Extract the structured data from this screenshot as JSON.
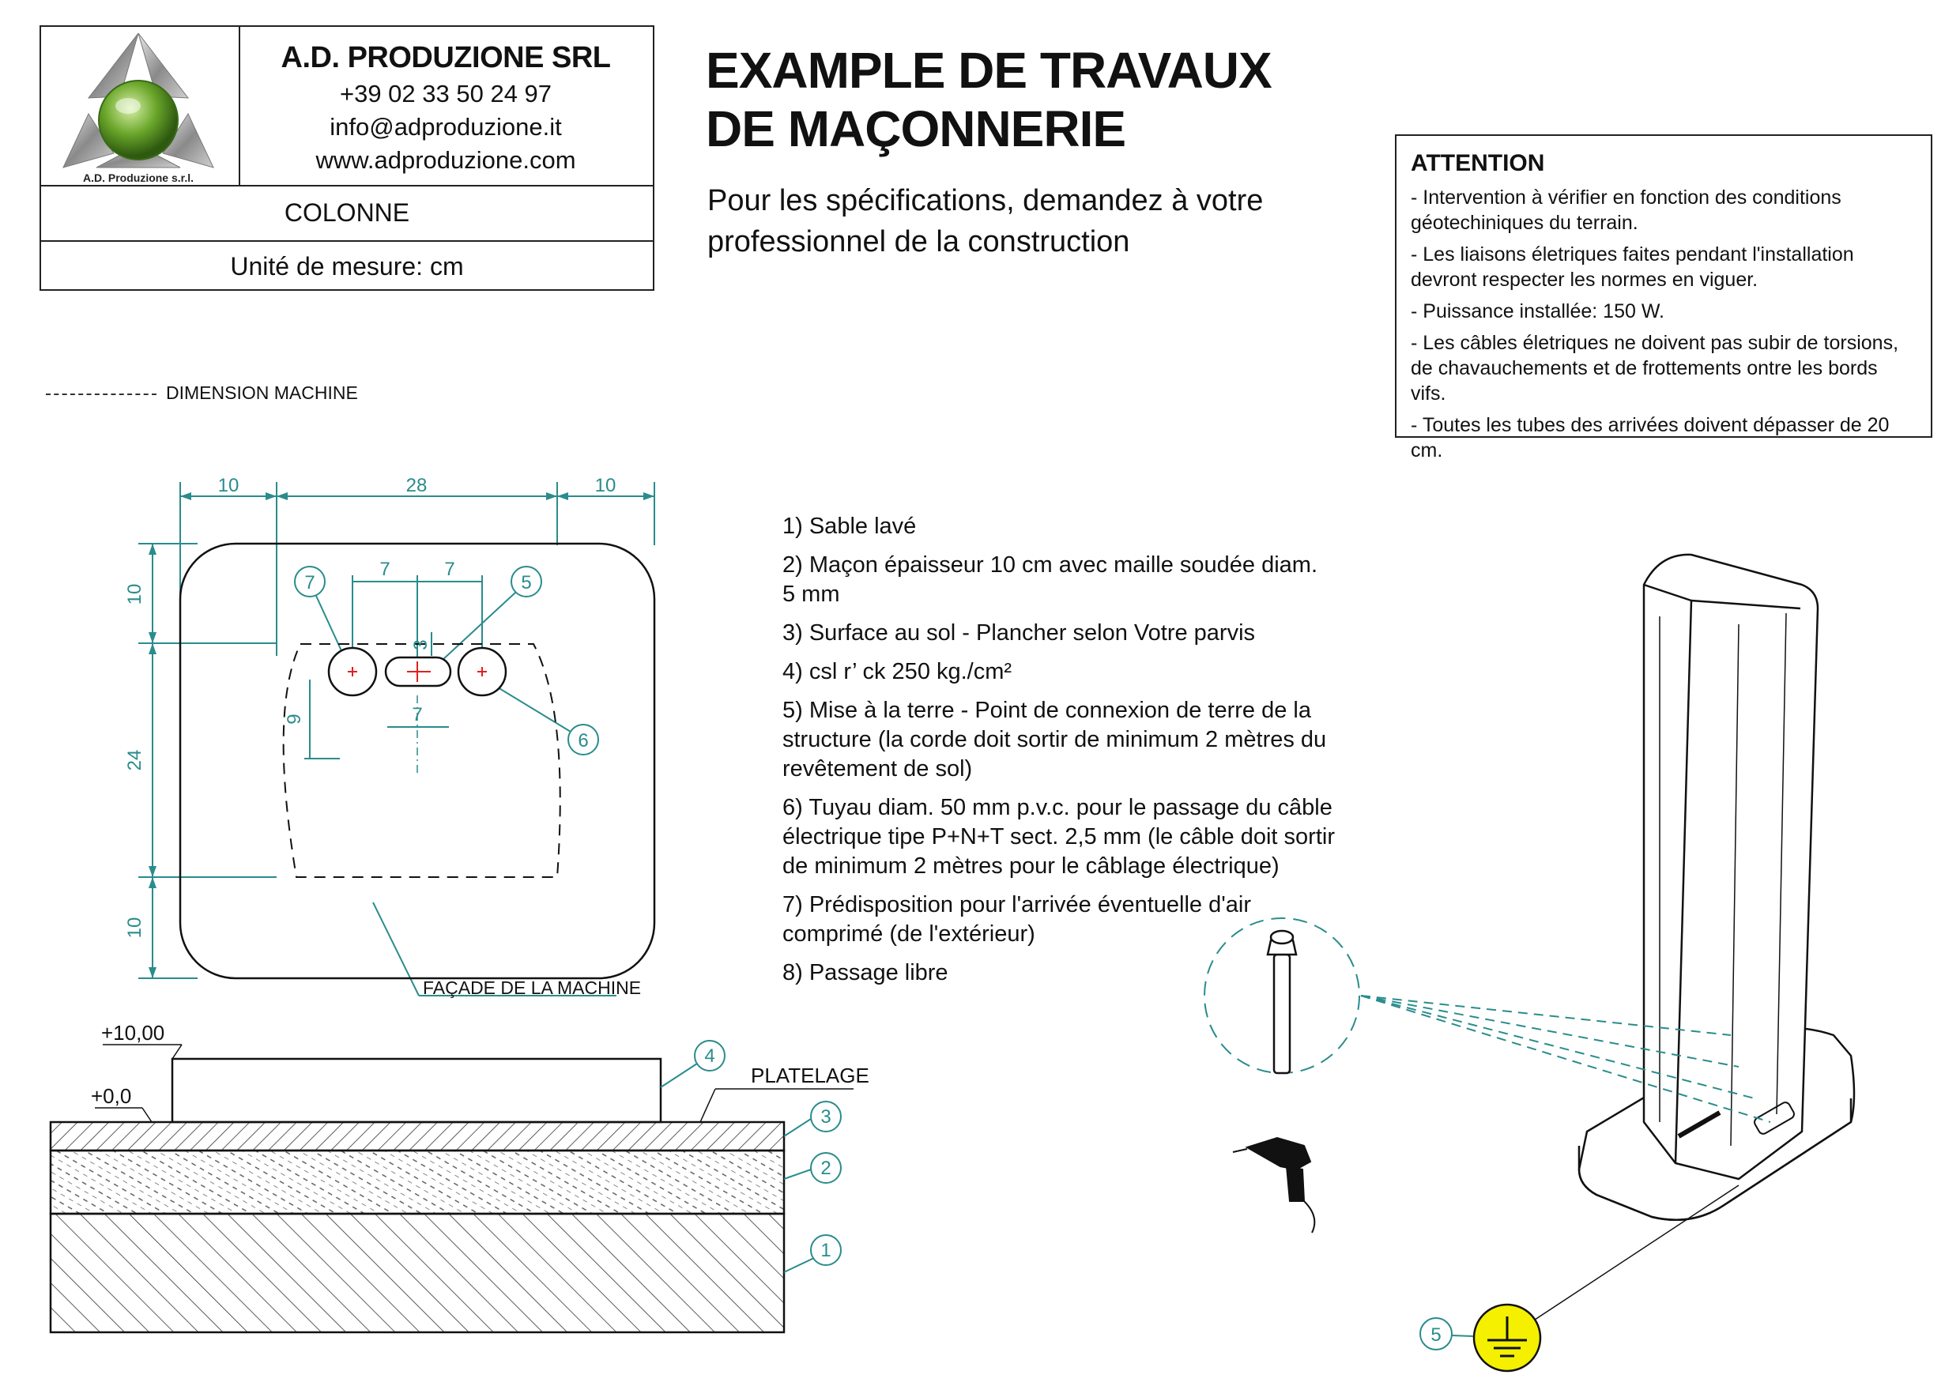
{
  "title_block": {
    "logo_caption": "A.D. Produzione s.r.l.",
    "company": "A.D. PRODUZIONE SRL",
    "phone": "+39 02 33 50 24 97",
    "email": "info@adproduzione.it",
    "website": "www.adproduzione.com",
    "product": "COLONNE",
    "unit": "Unité de mesure: cm"
  },
  "header": {
    "title_line1": "EXAMPLE DE TRAVAUX",
    "title_line2": "DE MAÇONNERIE",
    "subtitle_line1": "Pour les spécifications, demandez à votre",
    "subtitle_line2": "professionnel de la construction"
  },
  "attention": {
    "heading": "ATTENTION",
    "items": [
      "- Intervention à vérifier en fonction des conditions géotechiniques du terrain.",
      "- Les liaisons életriques faites pendant l'installation devront respecter les normes en viguer.",
      "- Puissance installée: 150 W.",
      "- Les câbles életriques ne doivent pas subir de torsions, de chavauchements et de frottements  ontre les bords vifs.",
      "- Toutes les tubes des arrivées doivent dépasser de 20 cm."
    ]
  },
  "legend": {
    "dimension_machine": "DIMENSION MACHINE"
  },
  "notes": [
    "1) Sable lavé",
    "2) Maçon épaisseur 10 cm avec maille soudée diam. 5 mm",
    "3) Surface au sol - Plancher selon Votre parvis",
    "4) csl r’ ck 250 kg./cm²",
    "5) Mise à la terre - Point de connexion de terre de la structure (la corde doit sortir de minimum 2 mètres du revêtement de sol)",
    "6) Tuyau diam. 50 mm p.v.c. pour le passage du câble électrique tipe P+N+T sect. 2,5 mm (le câble doit sortir de minimum 2 mètres pour le câblage électrique)",
    "7) Prédisposition pour l'arrivée éventuelle d'air comprimé (de l'extérieur)",
    "8) Passage libre"
  ],
  "plan": {
    "dim_left": "10",
    "dim_middle": "28",
    "dim_right": "10",
    "dim_v_top": "10",
    "dim_v_mid": "24",
    "dim_v_bottom": "10",
    "dim_7a": "7",
    "dim_7b": "7",
    "dim_3": "3",
    "dim_9": "9",
    "dim_7c": "7",
    "callout_7": "7",
    "callout_5": "5",
    "callout_6": "6",
    "facade_label": "FAÇADE DE LA MACHINE"
  },
  "section": {
    "level_top": "+10,00",
    "level_zero": "+0,0",
    "platelage": "PLATELAGE",
    "callout_4": "4",
    "callout_3": "3",
    "callout_2": "2",
    "callout_1": "1"
  },
  "illustration": {
    "callout_5": "5"
  },
  "colors": {
    "dimension": "#2a8c8c",
    "marker": "#e02020",
    "ground_symbol": "#f4f000"
  }
}
